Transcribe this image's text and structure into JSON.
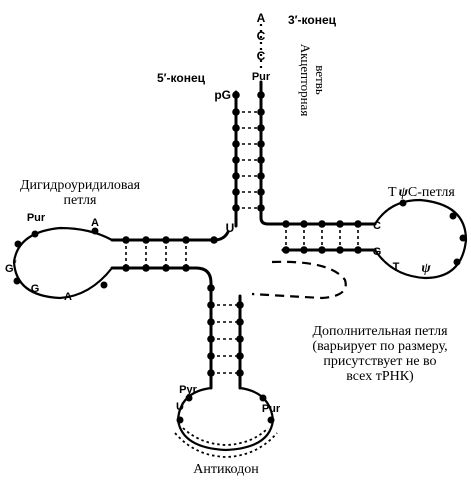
{
  "labels": {
    "five_end": "5′-конец",
    "three_end": "3′-конец",
    "acceptor_line1": "Акцепторная",
    "acceptor_line2": "ветвь",
    "d_loop_line1": "Дигидроуридиловая",
    "d_loop_line2": "петля",
    "t_loop_prefix": "T",
    "t_loop_psi": "ψ",
    "t_loop_suffix": "C-петля",
    "extra_loop_line1": "Дополнительная петля",
    "extra_loop_line2": "(варьирует по размеру,",
    "extra_loop_line3": "присутствует не во",
    "extra_loop_line4": "всех тРНК)",
    "anticodon": "Антикодон"
  },
  "bases": {
    "acc_A": "A",
    "acc_C1": "C",
    "acc_C2": "C",
    "acc_Pur": "Pur",
    "pG": "pG",
    "U_junction": "U",
    "d_Pur": "Pur",
    "d_A1": "A",
    "d_G": "G",
    "d_G_star": "*",
    "d_G2": "G",
    "d_A2": "A",
    "t_C": "C",
    "t_G": "G",
    "t_T": "T",
    "t_psi": "ψ",
    "ac_Pyr": "Pyr",
    "ac_U": "U",
    "ac_Pur": "Pur"
  },
  "colors": {
    "ink": "#000000",
    "background": "#ffffff"
  }
}
